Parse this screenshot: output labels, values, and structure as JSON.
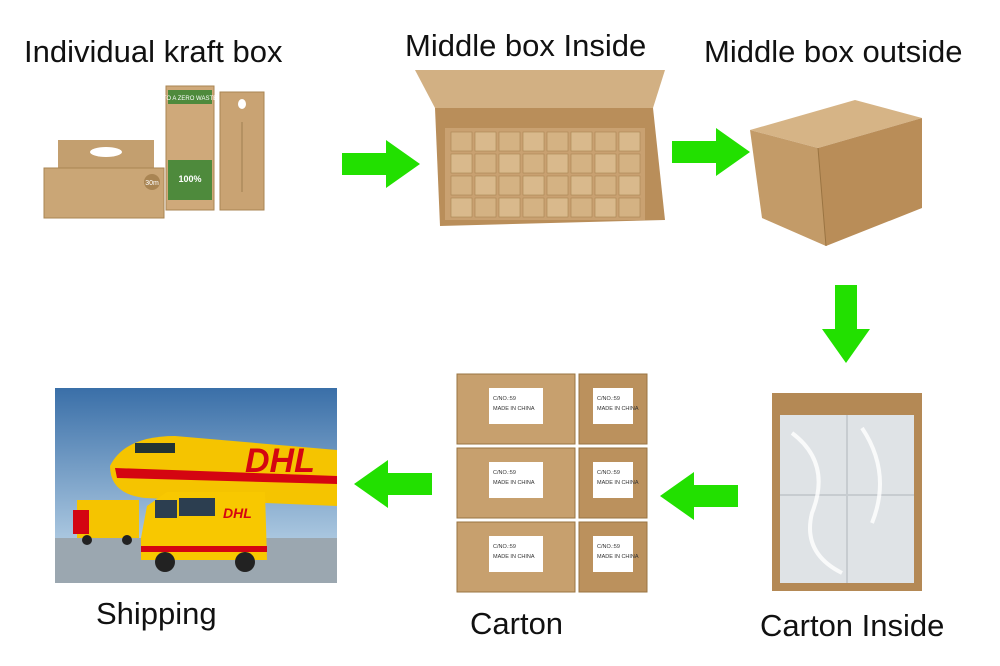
{
  "steps": [
    {
      "label": "Individual kraft box"
    },
    {
      "label": "Middle box Inside"
    },
    {
      "label": "Middle box outside"
    },
    {
      "label": "Carton Inside"
    },
    {
      "label": "Carton"
    },
    {
      "label": "Shipping"
    }
  ],
  "product_text": {
    "tag": "TO A ZERO WASTE",
    "percent": "100%",
    "badge": "30m"
  },
  "carton_text": {
    "line1": "C/NO.:59",
    "line2": "MADE IN CHINA"
  },
  "shipping_text": {
    "brand": "DHL"
  },
  "colors": {
    "arrow": "#22e000",
    "kraft": "#c9a77a",
    "dhl_yellow": "#f5c400",
    "dhl_red": "#d40511"
  }
}
